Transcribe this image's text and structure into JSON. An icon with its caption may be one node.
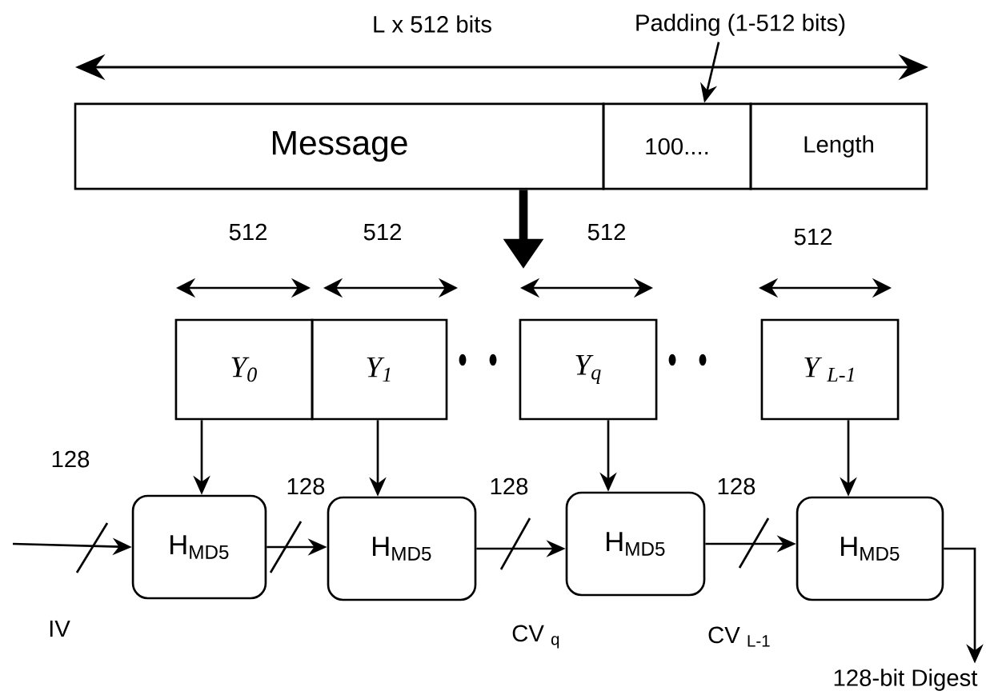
{
  "diagram": {
    "nodes": [
      {
        "text": [
          "Message"
        ]
      },
      {
        "text": [
          "100...."
        ]
      },
      {
        "text": [
          "Length"
        ]
      },
      {
        "text": [
          "Y$_{0}$"
        ]
      },
      {
        "text": [
          "Y$_{1}$"
        ]
      },
      {
        "text": [
          "Y$_{q}$"
        ]
      },
      {
        "text": [
          "Y $_{L-1}$"
        ]
      },
      {
        "text": [
          "H$_{MD5}$"
        ]
      },
      {
        "text": [
          "H$_{MD5}$"
        ]
      },
      {
        "text": [
          "H$_{MD5}$"
        ]
      },
      {
        "text": [
          "H$_{MD5}$"
        ]
      },
      {
        "text": [
          "Padding (1-512 bits)"
        ]
      },
      {
        "text": [
          "128-bit Digest"
        ]
      }
    ],
    "edges": [
      {
        "from": 11,
        "to": 1,
        "arrow": "to"
      },
      {
        "from": 0,
        "to": null,
        "arrow": "to",
        "style": "thick"
      },
      {
        "from": 3,
        "to": 7,
        "arrow": "to"
      },
      {
        "from": 4,
        "to": 8,
        "arrow": "to"
      },
      {
        "from": 5,
        "to": 9,
        "arrow": "to"
      },
      {
        "from": 6,
        "to": 10,
        "arrow": "to"
      },
      {
        "from": null,
        "to": 7,
        "arrow": "to"
      },
      {
        "from": 7,
        "to": 8,
        "arrow": "to"
      },
      {
        "from": 8,
        "to": 9,
        "arrow": "to"
      },
      {
        "from": 9,
        "to": 10,
        "arrow": "to"
      },
      {
        "from": 10,
        "to": 12,
        "arrow": "to"
      }
    ],
    "labels": [
      "L x 512 bits",
      "512",
      "512",
      "512",
      "512",
      "128",
      "128",
      "128",
      "128",
      "IV",
      "CV $_{q}$",
      "CV $_{L-1}$"
    ]
  }
}
